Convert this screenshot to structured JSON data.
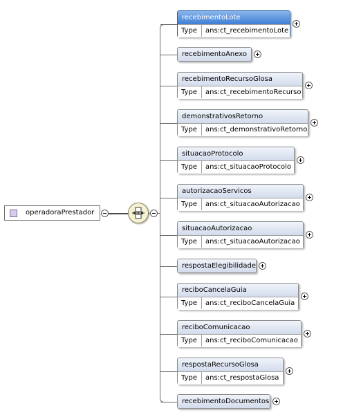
{
  "root": {
    "name": "operadoraPrestador"
  },
  "type_label": "Type",
  "elements": [
    {
      "name": "recebimentoLote",
      "type": "ans:ct_recebimentoLote",
      "selected": true
    },
    {
      "name": "recebimentoAnexo"
    },
    {
      "name": "recebimentoRecursoGlosa",
      "type": "ans:ct_recebimentoRecurso"
    },
    {
      "name": "demonstrativosRetorno",
      "type": "ans:ct_demonstrativoRetorno"
    },
    {
      "name": "situacaoProtocolo",
      "type": "ans:ct_situacaoProtocolo"
    },
    {
      "name": "autorizacaoServicos",
      "type": "ans:ct_situacaoAutorizacao"
    },
    {
      "name": "situacaoAutorizacao",
      "type": "ans:ct_situacaoAutorizacao"
    },
    {
      "name": "respostaElegibilidade"
    },
    {
      "name": "reciboCancelaGuia",
      "type": "ans:ct_reciboCancelaGuia"
    },
    {
      "name": "reciboComunicacao",
      "type": "ans:ct_reciboComunicacao"
    },
    {
      "name": "respostaRecursoGlosa",
      "type": "ans:ct_respostaGlosa"
    },
    {
      "name": "recebimentoDocumentos"
    }
  ]
}
